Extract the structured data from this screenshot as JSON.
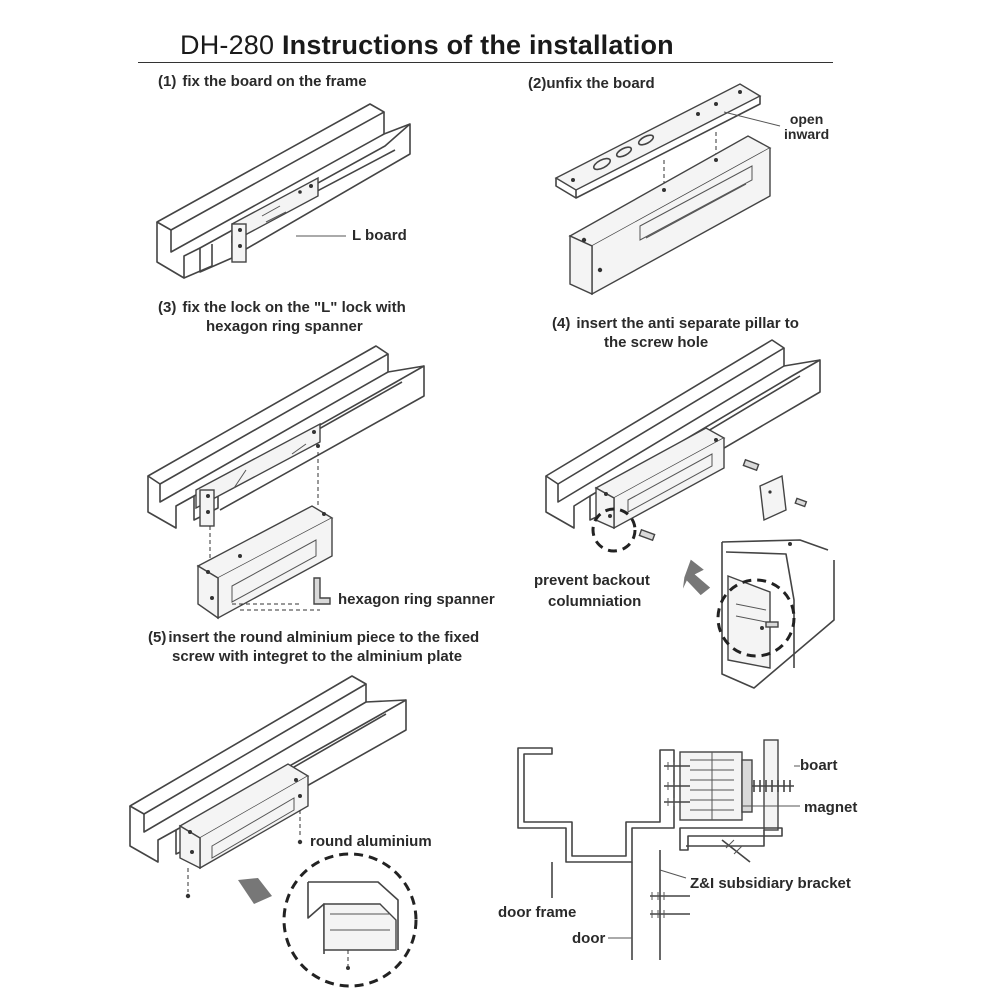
{
  "title": {
    "model": "DH-280",
    "text": "Instructions of the installation"
  },
  "steps": [
    {
      "num": "(1)",
      "text": "fix the board on the frame"
    },
    {
      "num": "(2)",
      "text": "unfix the board"
    },
    {
      "num": "(3)",
      "text": "fix the  lock on the \"L\" lock with",
      "text2": "hexagon ring spanner"
    },
    {
      "num": "(4)",
      "text": "insert the anti separate pillar to",
      "text2": "the screw hole"
    },
    {
      "num": "(5)",
      "text": "insert the round alminium piece to the fixed",
      "text2": "screw with integret to the alminium plate"
    }
  ],
  "callouts": {
    "l_board": "L board",
    "open_inward_1": "open",
    "open_inward_2": "inward",
    "hexagon_spanner": "hexagon ring spanner",
    "prevent_1": "prevent backout",
    "prevent_2": "columniation",
    "round_aluminium": "round  aluminium"
  },
  "section_labels": {
    "boart": "boart",
    "magnet": "magnet",
    "bracket": "Z&I subsidiary bracket",
    "door_frame": "door  frame",
    "door": "door"
  }
}
